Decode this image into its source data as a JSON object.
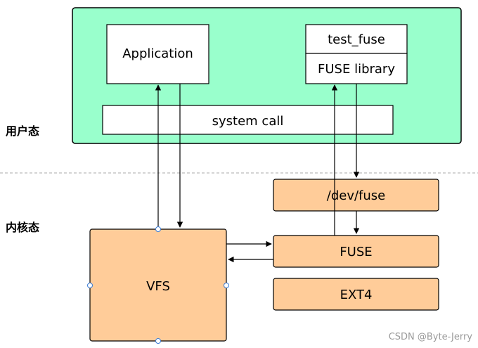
{
  "zones": {
    "user_space": "用户态",
    "kernel_space": "内核态"
  },
  "boxes": {
    "application": "Application",
    "test_fuse": "test_fuse",
    "fuse_library": "FUSE library",
    "system_call": "system call",
    "dev_fuse": "/dev/fuse",
    "fuse": "FUSE",
    "vfs": "VFS",
    "ext4": "EXT4"
  },
  "watermark": "CSDN @Byte-Jerry",
  "colors": {
    "user_region": "#99ffcc",
    "kernel_box": "#ffcc99",
    "border": "#000000",
    "divider": "#aaaaaa"
  }
}
